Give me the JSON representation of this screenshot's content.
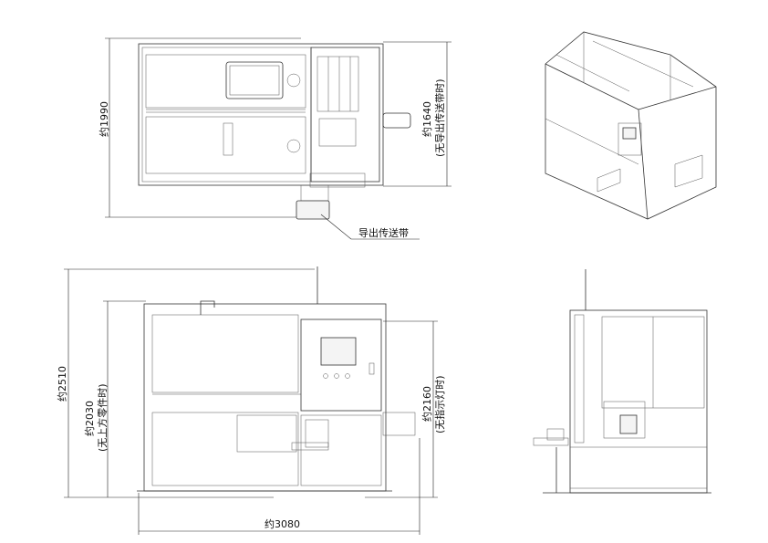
{
  "labels": {
    "top_depth": "约1990",
    "top_depth_no_conveyor": "约1640",
    "top_depth_no_conveyor_note": "(无导出传送带时)",
    "exit_conveyor": "导出传送带",
    "front_height_total": "约2510",
    "front_height_no_top": "约2030",
    "front_height_no_top_note": "(无上方零件时)",
    "height_no_lamp": "约2160",
    "height_no_lamp_note": "(无指示灯时)",
    "width_total": "约3080"
  }
}
